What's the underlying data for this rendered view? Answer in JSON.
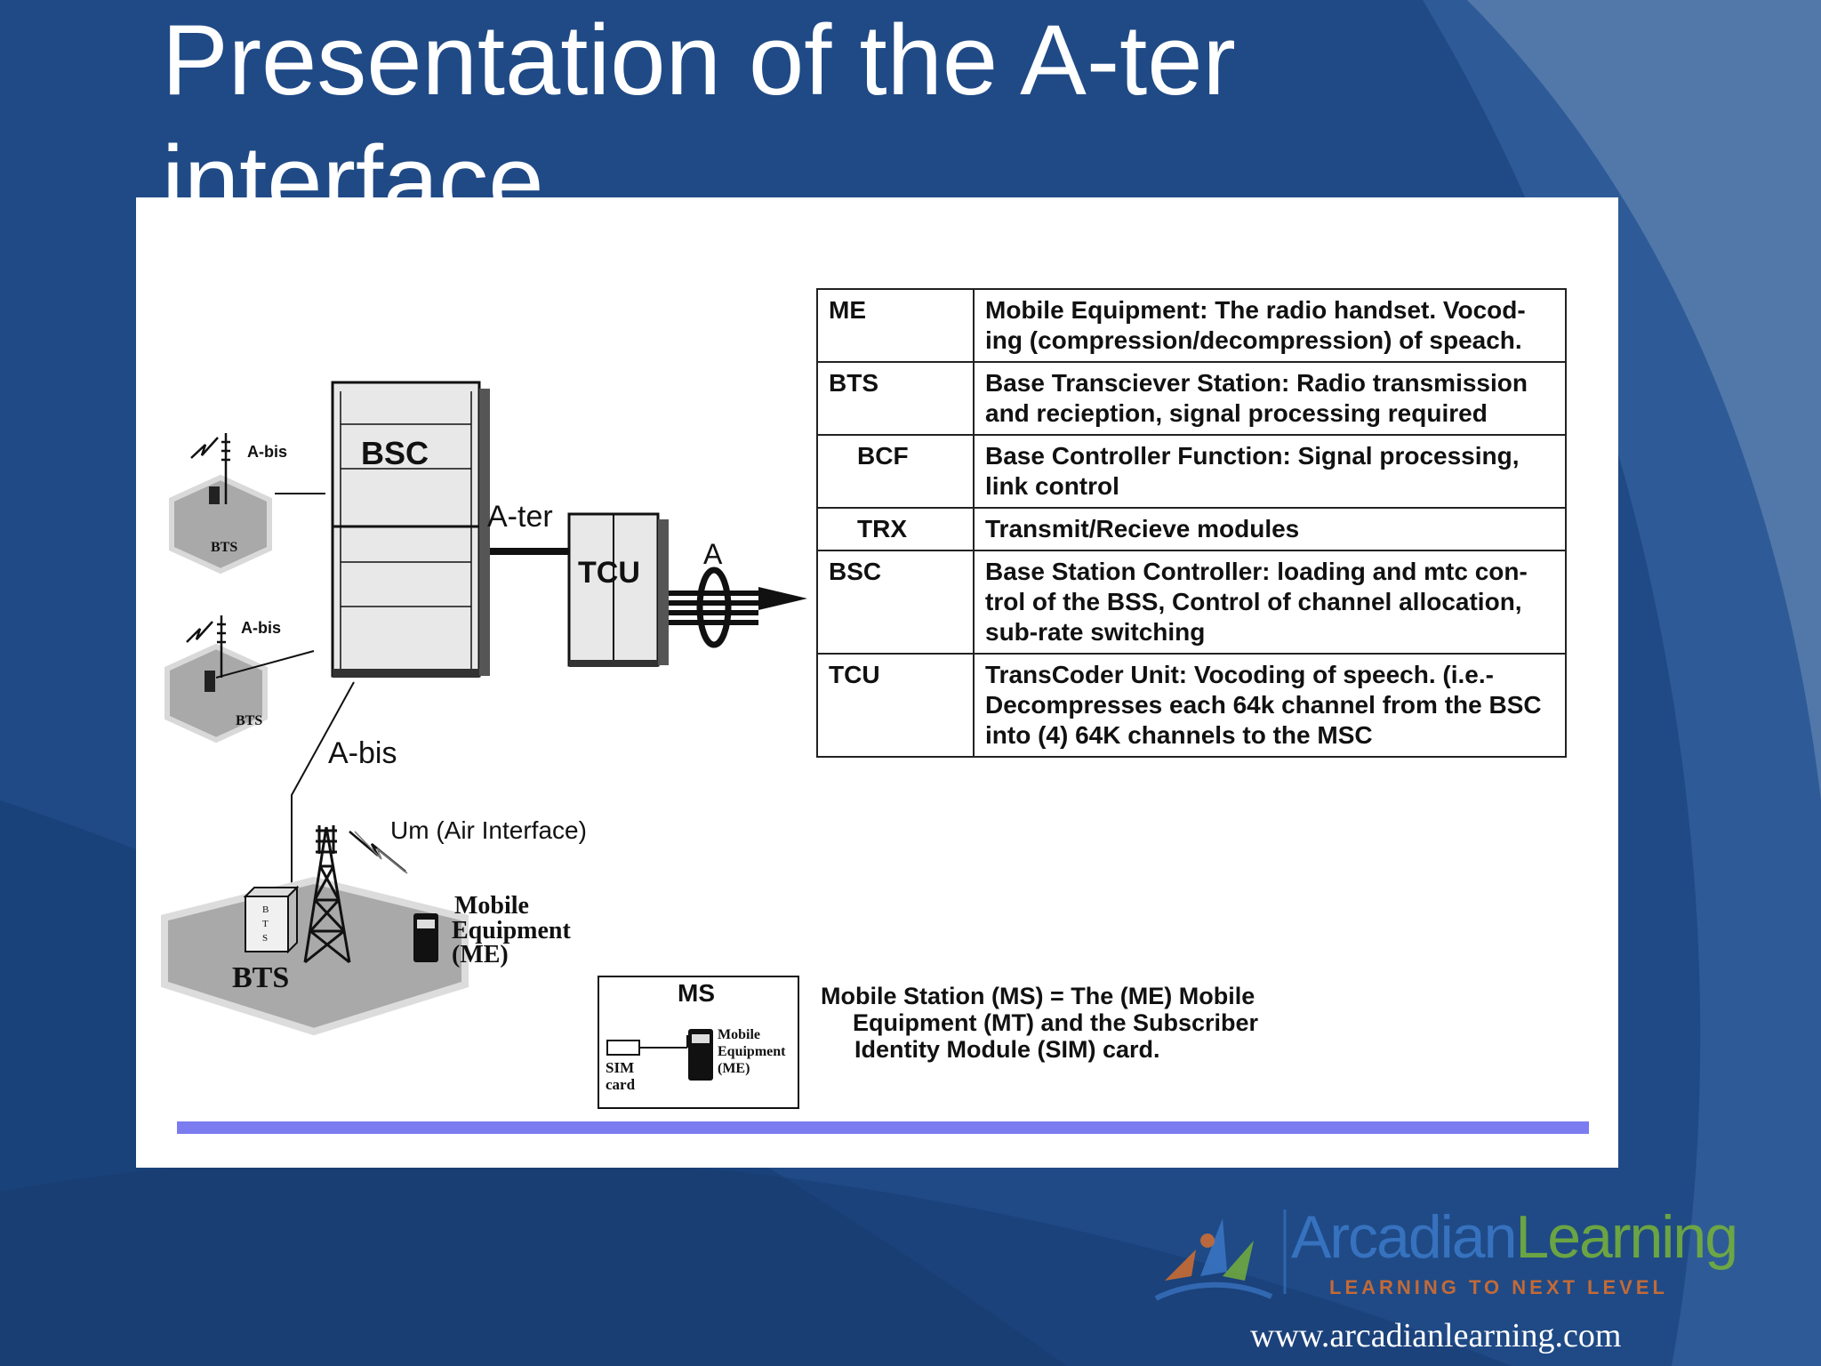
{
  "slide": {
    "title": "Presentation of the A-ter interface"
  },
  "diagram": {
    "bsc_label": "BSC",
    "tcu_label": "TCU",
    "ater_label": "A-ter",
    "a_label": "A",
    "abis_top_label": "A-bis",
    "abis_mid_label": "A-bis",
    "abis_bottom_label": "A-bis",
    "bts_small_1": "BTS",
    "bts_small_2": "BTS",
    "bts_box_letters": [
      "B",
      "T",
      "S"
    ],
    "bts_large": "BTS",
    "um_label": "Um  (Air Interface)",
    "mobile_equipment_lines": [
      "Mobile",
      "Equipment",
      "(ME)"
    ],
    "ms_box": {
      "title": "MS",
      "sim_lines": [
        "SIM",
        "card"
      ],
      "me_lines": [
        "Mobile",
        "Equipment",
        "(ME)"
      ]
    }
  },
  "definitions": [
    {
      "term": "ME",
      "indent": false,
      "lines": [
        "Mobile Equipment: The radio handset.  Vocod-",
        "ing (compression/decompression) of speach."
      ]
    },
    {
      "term": "BTS",
      "indent": false,
      "lines": [
        "Base Transciever Station: Radio transmission",
        "and recieption, signal processing required"
      ]
    },
    {
      "term": "BCF",
      "indent": true,
      "lines": [
        "Base Controller Function: Signal processing,",
        "link control"
      ]
    },
    {
      "term": "TRX",
      "indent": true,
      "lines": [
        "Transmit/Recieve modules"
      ]
    },
    {
      "term": "BSC",
      "indent": false,
      "lines": [
        "Base Station Controller: loading and mtc con-",
        "trol of the BSS, Control  of channel allocation,",
        "sub-rate switching"
      ]
    },
    {
      "term": "TCU",
      "indent": false,
      "lines": [
        "TransCoder Unit: Vocoding of speech. (i.e.-",
        "Decompresses each 64k channel from the BSC",
        "into (4) 64K channels to the MSC"
      ]
    }
  ],
  "ms_description": {
    "line1": "Mobile Station (MS) = The (ME) Mobile",
    "line2": "Equipment (MT) and the Subscriber",
    "line3": "Identity Module (SIM) card."
  },
  "branding": {
    "logo_part1": "Arcadian",
    "logo_part2": "Learning",
    "tagline": "LEARNING TO NEXT LEVEL",
    "url": "www.arcadianlearning.com"
  },
  "colors": {
    "background": "#1f4a86",
    "accent_bar": "#7b7cf0",
    "logo_blue": "#3c79c9",
    "logo_green": "#79b437",
    "tagline_orange": "#e0702a"
  }
}
